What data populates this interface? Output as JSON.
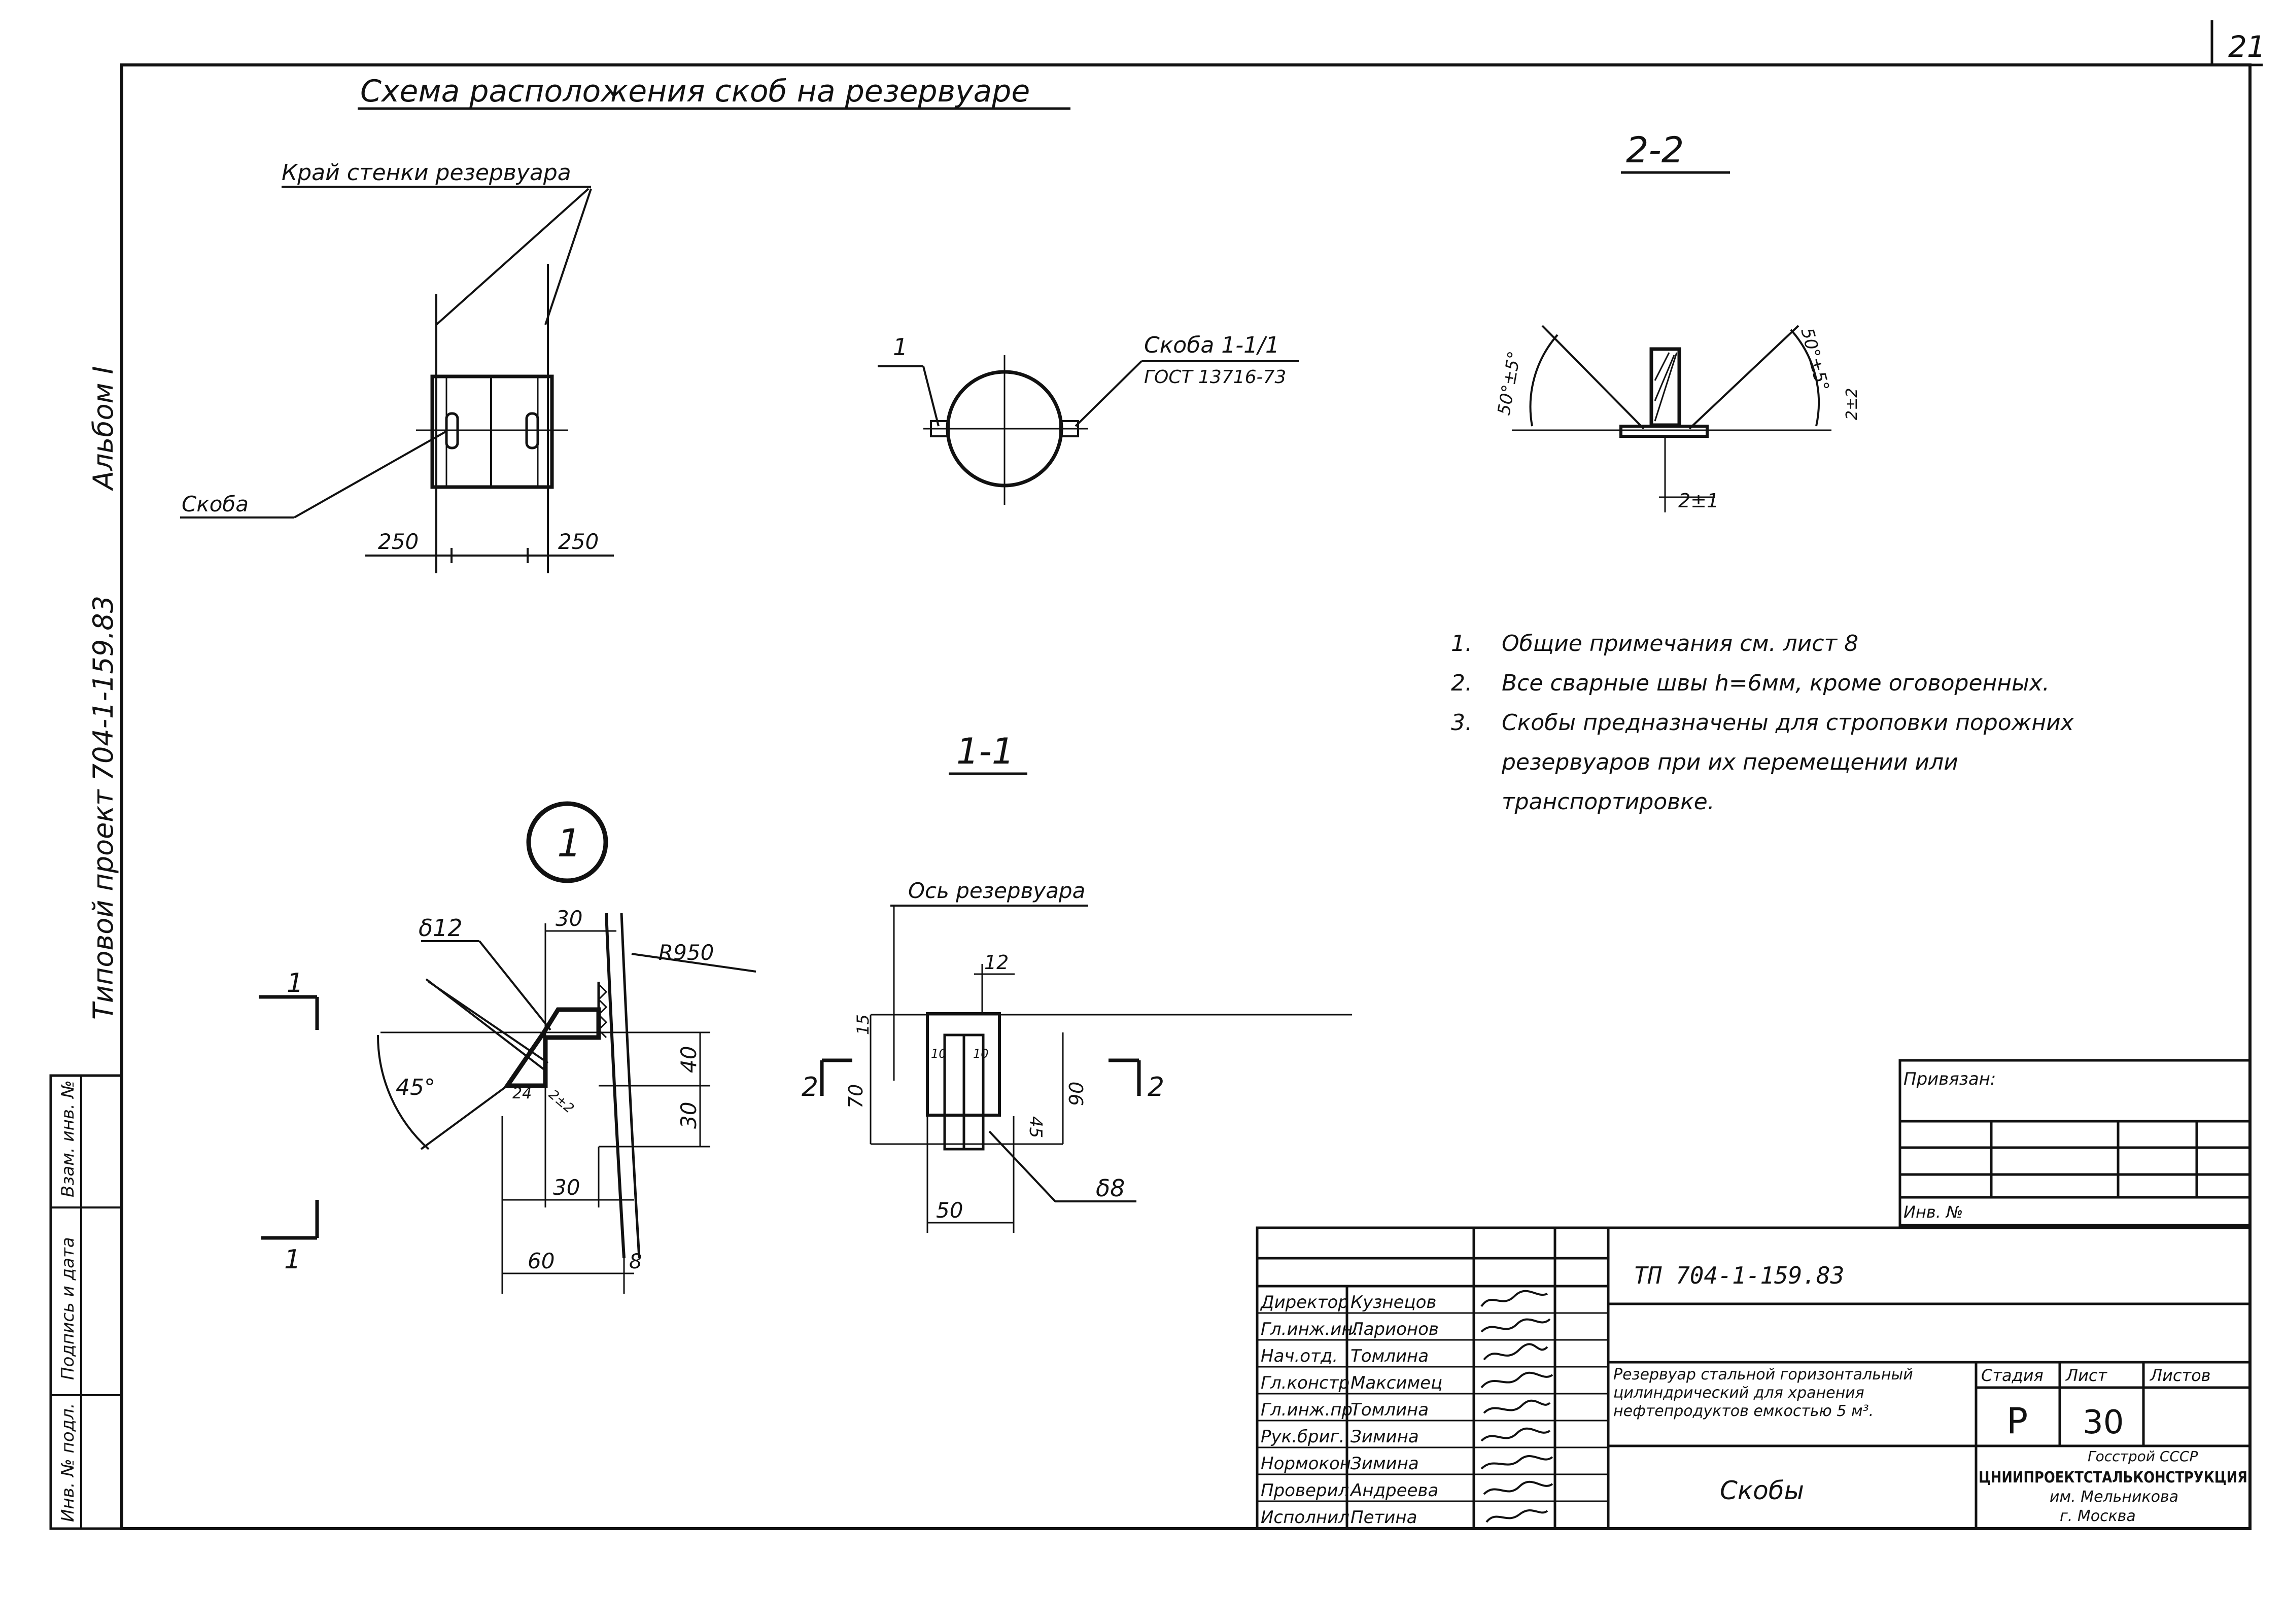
{
  "sheet_corner_number": "21",
  "scheme": {
    "title": "Схема расположения скоб на резервуаре",
    "wall_edge_label": "Край стенки резервуара",
    "bracket_label": "Скоба",
    "dims": [
      "250",
      "250"
    ]
  },
  "circle_view": {
    "callout_num": "1",
    "bracket_ref": "Скоба 1-1/1",
    "gost": "ГОСТ 13716-73"
  },
  "section_2_2": {
    "title": "2-2",
    "angle_left": "50°±5°",
    "angle_right": "50°±5°",
    "dim_right": "2±2",
    "dim_bottom": "2±1"
  },
  "notes": [
    {
      "num": "1.",
      "text": "Общие примечания см. лист 8"
    },
    {
      "num": "2.",
      "text": "Все сварные швы h=6мм, кроме оговоренных."
    },
    {
      "num": "3.",
      "text": "Скобы предназначены для строповки порожних резервуаров при их перемещении или транспортировке."
    }
  ],
  "section_1_1": {
    "title": "1-1",
    "axis_label": "Ось резервуара",
    "dims": [
      "12",
      "15",
      "70",
      "90",
      "45",
      "10",
      "10",
      "50"
    ],
    "thickness": "δ8",
    "cut_left": "2",
    "cut_right": "2"
  },
  "detail_1": {
    "callout": "1",
    "thickness": "δ12",
    "radius": "R950",
    "angle": "45°",
    "dims": [
      "30",
      "40",
      "30",
      "30",
      "60",
      "8"
    ],
    "weld_labels": [
      "24",
      "2±2"
    ],
    "cut_label": "1"
  },
  "left_margin": {
    "album": "Альбом I",
    "project": "Типовой проект 704-1-159.83",
    "stamp_fields": [
      "Взам. инв. №",
      "Подпись и дата",
      "Инв. № подл."
    ]
  },
  "reference_block": {
    "title": "Привязан:",
    "inv": "Инв. №"
  },
  "title_block": {
    "doc_code": "ТП 704-1-159.83",
    "description": "Резервуар стальной горизонтальный цилиндрический для хранения нефтепродуктов емкостью 5 м³.",
    "sheet_title": "Скобы",
    "col_headers": [
      "Стадия",
      "Лист",
      "Листов"
    ],
    "stage": "Р",
    "sheet": "30",
    "sheets": "",
    "org": [
      "Госстрой СССР",
      "ЦНИИПРОЕКТСТАЛЬКОНСТРУКЦИЯ",
      "им. Мельникова",
      "г. Москва"
    ],
    "people": [
      {
        "role": "Директор",
        "name": "Кузнецов"
      },
      {
        "role": "Гл.инж.ин.",
        "name": "Ларионов"
      },
      {
        "role": "Нач.отд.",
        "name": "Томлина"
      },
      {
        "role": "Гл.констр",
        "name": "Максимец"
      },
      {
        "role": "Гл.инж.пр.",
        "name": "Томлина"
      },
      {
        "role": "Рук.бриг.",
        "name": "Зимина"
      },
      {
        "role": "Нормокон",
        "name": "Зимина"
      },
      {
        "role": "Проверил",
        "name": "Андреева"
      },
      {
        "role": "Исполнил",
        "name": "Петина"
      }
    ]
  }
}
